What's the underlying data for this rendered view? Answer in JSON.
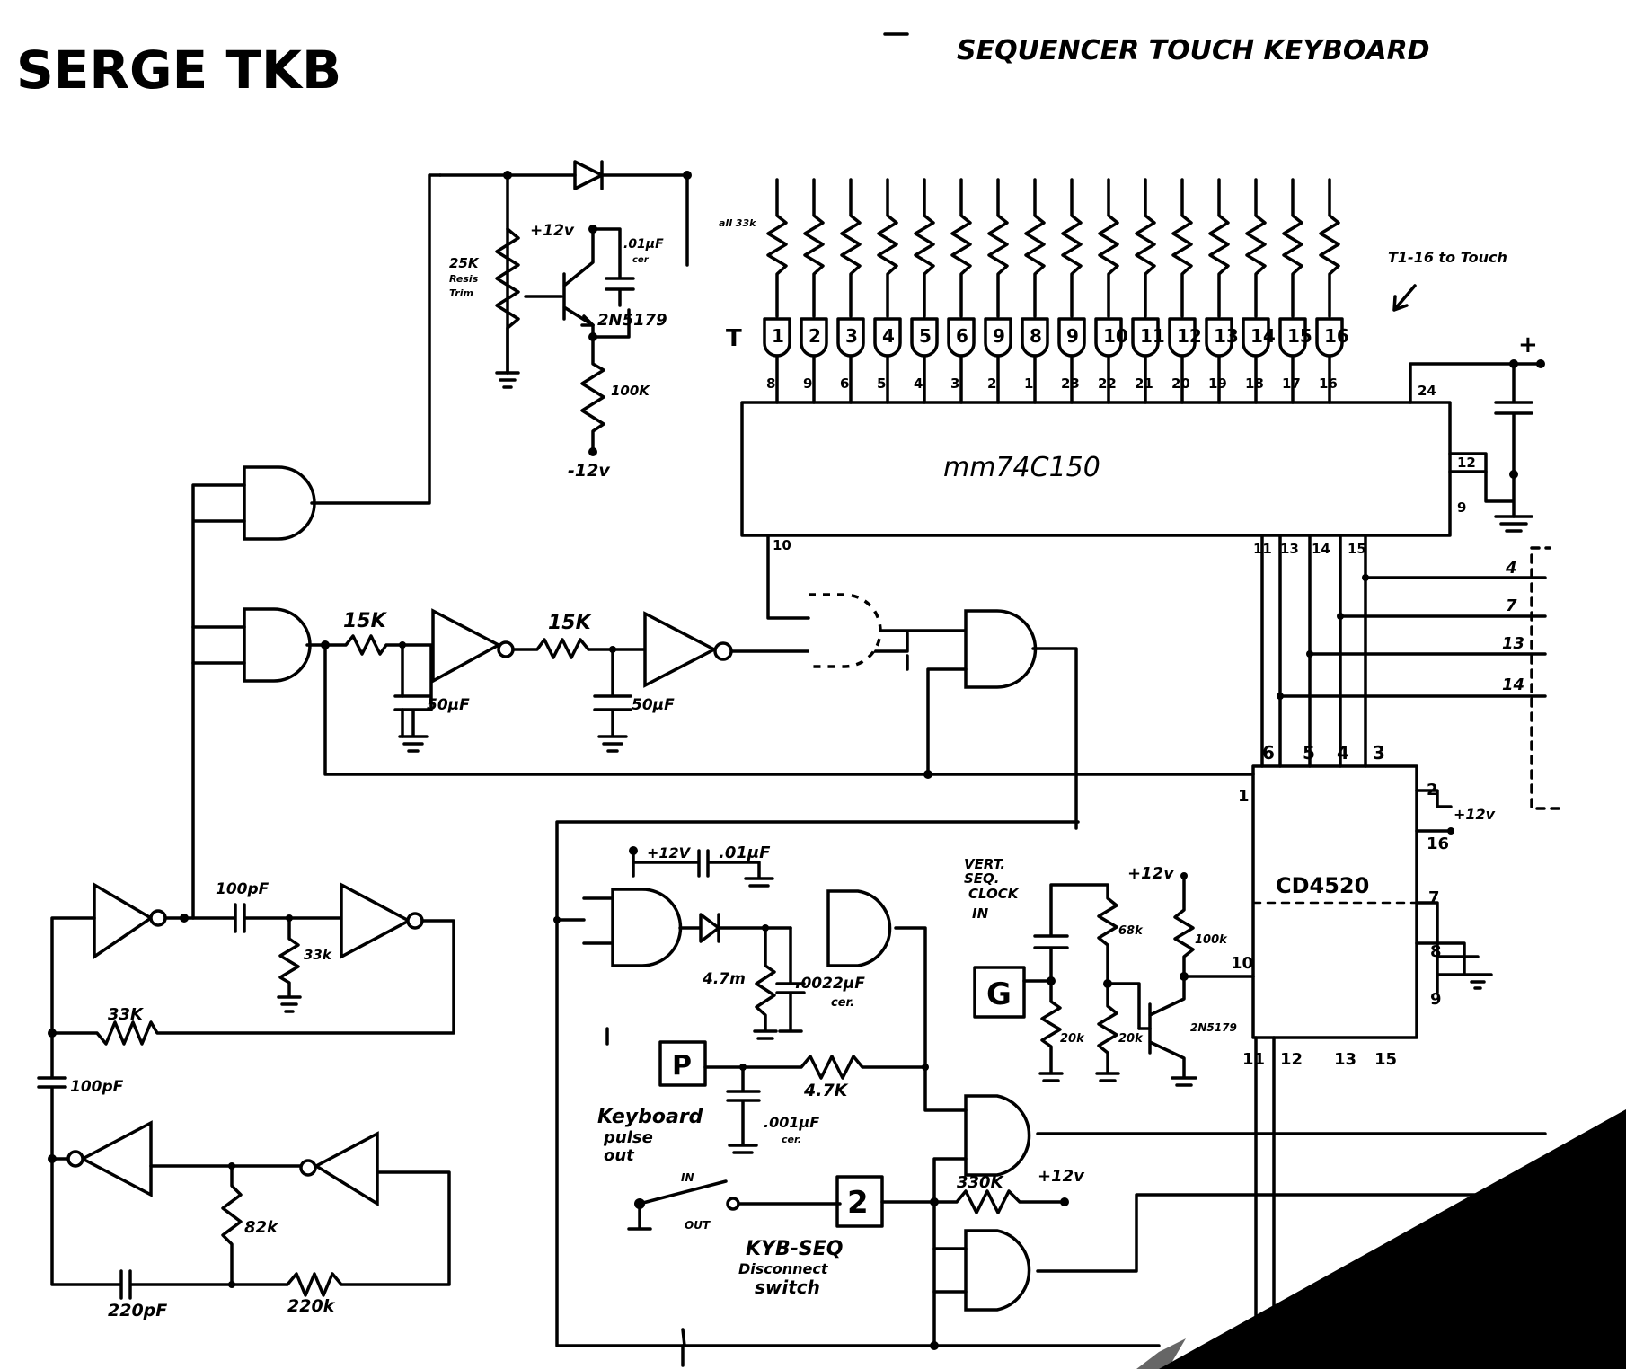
{
  "header": {
    "logo": "SERGE TKB",
    "subtitle": "SEQUENCER TOUCH KEYBOARD"
  },
  "ic_main": {
    "name": "mm74C150",
    "top_pins": [
      "8",
      "9",
      "6",
      "5",
      "4",
      "3",
      "2",
      "1",
      "23",
      "22",
      "21",
      "20",
      "19",
      "18",
      "17",
      "16"
    ],
    "right_top_pin": "24",
    "right_pins": [
      "12",
      "9"
    ],
    "bottom_pins": [
      "11",
      "13",
      "14",
      "15"
    ],
    "left_bottom_pin": "10"
  },
  "ic_counter": {
    "name": "CD4520",
    "top_pins": [
      "6",
      "5",
      "4",
      "3"
    ],
    "left_pins": [
      "1",
      "10"
    ],
    "right_pins": [
      "2",
      "16",
      "7",
      "8",
      "9"
    ],
    "bottom_pins": [
      "11",
      "12",
      "13",
      "15"
    ],
    "supply": "+12v"
  },
  "touch": {
    "letter": "T",
    "pads": [
      "1",
      "2",
      "3",
      "4",
      "5",
      "6",
      "9",
      "8",
      "9",
      "10",
      "11",
      "12",
      "13",
      "14",
      "15",
      "16"
    ],
    "resistor_note": "all 33k",
    "note": "T1-16 to Touch"
  },
  "labels": {
    "r25k": "25K",
    "r25k_note1": "Resis",
    "r25k_note2": "Trim",
    "v12p": "+12v",
    "v12n": "-12v",
    "c01": ".01μF",
    "c01_note": "cer",
    "q1": "2N5179",
    "r100k": "100K",
    "r15k_a": "15K",
    "r15k_b": "15K",
    "c50_a": "50μF",
    "c50_b": "50μF",
    "c100p_a": "100pF",
    "r33k_a": "33k",
    "r33k_b": "33K",
    "c100p_b": "100pF",
    "r82k": "82k",
    "c220p": "220pF",
    "r220k": "220k",
    "v12_gate": "+12V",
    "c01_gate": ".01μF",
    "r47m": "4.7m",
    "c0022": ".0022μF",
    "c0022_note": "cer.",
    "box_p": "P",
    "kb_out1": "Keyboard",
    "kb_out2": "pulse",
    "kb_out3": "out",
    "r47k": "4.7K",
    "c001": ".001μF",
    "c001_note": "cer.",
    "sw_in": "IN",
    "sw_out": "OUT",
    "box_2": "2",
    "r330k": "330K",
    "v12_sw": "+12v",
    "sw_note1": "KYB-SEQ",
    "sw_note2": "Disconnect",
    "sw_note3": "switch",
    "vclk1": "VERT.",
    "vclk2": "SEQ.",
    "vclk3": "CLOCK",
    "vclk4": "IN",
    "box_g": "G",
    "v12_clk": "+12v",
    "r100k_clk": "100k",
    "r68k": "68k",
    "r20k_a": "20k",
    "r20k_b": "20k",
    "q2": "2N5179",
    "plus": "+",
    "bus_4": "4",
    "bus_7": "7",
    "bus_13": "13",
    "bus_14": "14"
  }
}
